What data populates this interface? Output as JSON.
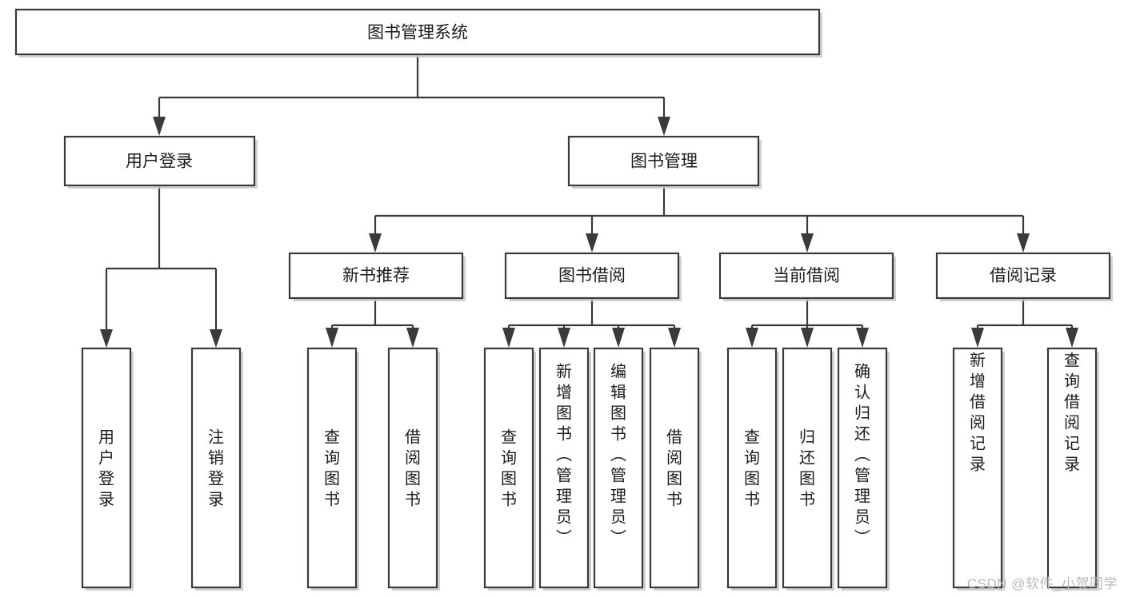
{
  "diagram": {
    "type": "hierarchy-tree",
    "title": "图书管理系统",
    "watermark": "CSDN @软件_小贺同学",
    "colors": {
      "stroke": "#3a3a3a",
      "fill": "#ffffff",
      "text": "#1b1b1b",
      "watermark": "#b9b9b9"
    },
    "root": {
      "label": "图书管理系统",
      "orientation": "horizontal"
    },
    "level2": [
      {
        "label": "用户登录",
        "orientation": "horizontal"
      },
      {
        "label": "图书管理",
        "orientation": "horizontal"
      }
    ],
    "level3": [
      {
        "label": "新书推荐",
        "orientation": "horizontal"
      },
      {
        "label": "图书借阅",
        "orientation": "horizontal"
      },
      {
        "label": "当前借阅",
        "orientation": "horizontal"
      },
      {
        "label": "借阅记录",
        "orientation": "horizontal"
      }
    ],
    "leaves": {
      "user_login": [
        {
          "label": "用户登录",
          "orientation": "vertical"
        },
        {
          "label": "注销登录",
          "orientation": "vertical"
        }
      ],
      "new_book_recommend": [
        {
          "label": "查询图书",
          "orientation": "vertical"
        },
        {
          "label": "借阅图书",
          "orientation": "vertical"
        }
      ],
      "book_borrow": [
        {
          "label": "查询图书",
          "orientation": "vertical"
        },
        {
          "label": "新增图书（管理员）",
          "orientation": "vertical"
        },
        {
          "label": "编辑图书（管理员）",
          "orientation": "vertical"
        },
        {
          "label": "借阅图书",
          "orientation": "vertical"
        }
      ],
      "current_borrow": [
        {
          "label": "查询图书",
          "orientation": "vertical"
        },
        {
          "label": "归还图书",
          "orientation": "vertical"
        },
        {
          "label": "确认归还（管理员）",
          "orientation": "vertical"
        }
      ],
      "borrow_record": [
        {
          "label": "新增借阅记录",
          "orientation": "vertical"
        },
        {
          "label": "查询借阅记录",
          "orientation": "vertical"
        }
      ]
    }
  }
}
